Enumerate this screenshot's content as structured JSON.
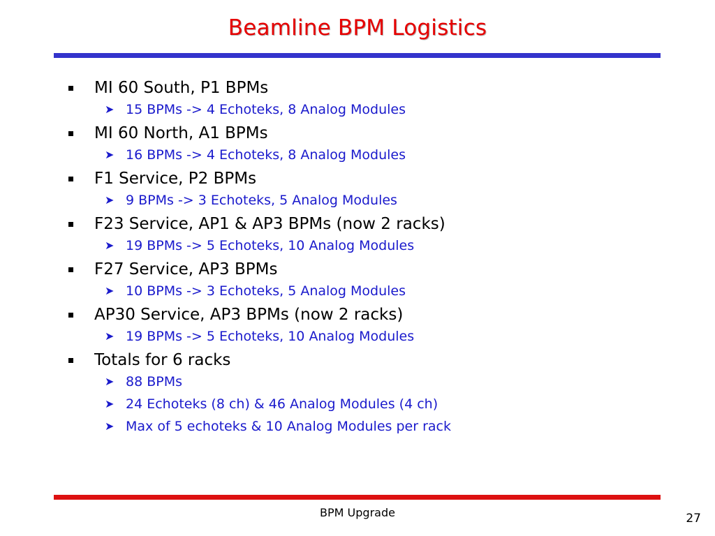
{
  "slide": {
    "title": "Beamline BPM Logistics",
    "footer": "BPM Upgrade",
    "page_number": "27",
    "colors": {
      "title": "#e60000",
      "top_rule": "#3333cc",
      "bottom_rule": "#dd1111",
      "sub_bullet_text": "#1a1acc"
    },
    "bullet_icon": "square-bullet-icon",
    "sub_bullet_icon": "arrowhead-bullet-icon"
  },
  "items": [
    {
      "text": "MI 60 South, P1 BPMs",
      "subs": [
        "15 BPMs -> 4 Echoteks, 8 Analog Modules"
      ]
    },
    {
      "text": "MI 60 North, A1 BPMs",
      "subs": [
        "16 BPMs -> 4 Echoteks, 8 Analog Modules"
      ]
    },
    {
      "text": "F1 Service, P2 BPMs",
      "subs": [
        "9 BPMs -> 3 Echoteks, 5 Analog Modules"
      ]
    },
    {
      "text": "F23 Service, AP1 & AP3 BPMs (now 2 racks)",
      "subs": [
        "19 BPMs -> 5 Echoteks, 10 Analog Modules"
      ]
    },
    {
      "text": "F27 Service, AP3 BPMs",
      "subs": [
        "10 BPMs -> 3 Echoteks, 5 Analog Modules"
      ]
    },
    {
      "text": "AP30 Service, AP3 BPMs (now 2 racks)",
      "subs": [
        "19 BPMs -> 5 Echoteks, 10 Analog Modules"
      ]
    },
    {
      "text": "Totals for 6 racks",
      "subs": [
        "88 BPMs",
        "24 Echoteks (8 ch) & 46 Analog Modules (4 ch)",
        "Max of 5 echoteks & 10 Analog Modules per rack"
      ]
    }
  ]
}
